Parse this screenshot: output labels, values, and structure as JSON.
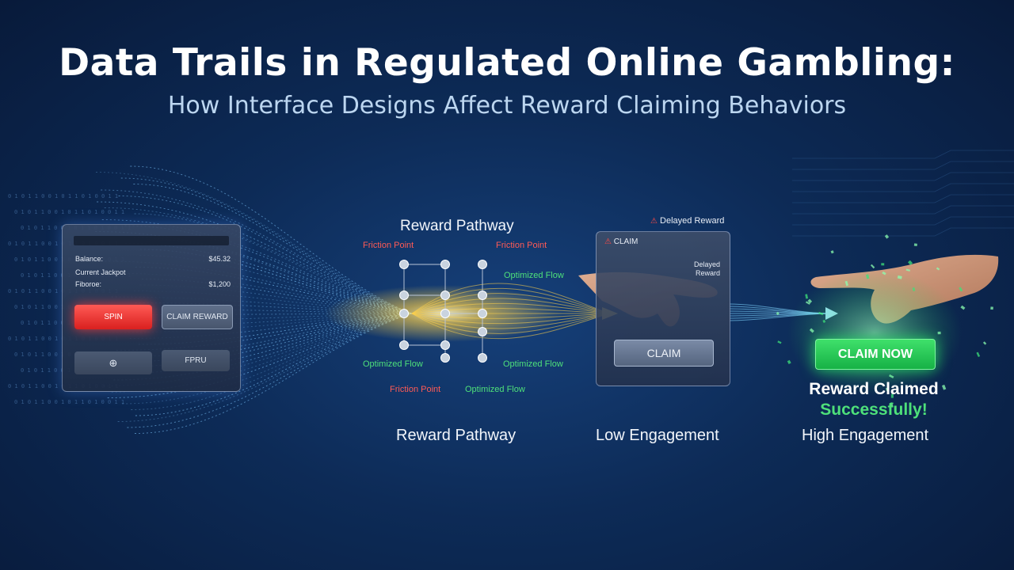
{
  "header": {
    "title": "Data Trails in Regulated Online Gambling:",
    "subtitle": "How Interface Designs Affect Reward Claiming Behaviors"
  },
  "slot_panel": {
    "balance_label": "Balance:",
    "balance_value": "$45.32",
    "jackpot_label": "Current Jackpot",
    "third_label": "Fiboroe:",
    "third_value": "$1,200",
    "spin_label": "SPIN",
    "claim_reward_label": "CLAIM REWARD",
    "icon_button_glyph": "⊕",
    "fpru_label": "FPRU"
  },
  "pathway": {
    "title": "Reward Pathway",
    "friction_left": "Friction Point",
    "friction_right": "Friction Point",
    "optimized_top": "Optimized Flow",
    "optimized_left": "Optimized Flow",
    "optimized_right": "Optimized Flow",
    "friction_bottom": "Friction Point",
    "optimized_bottom": "Optimized Flow"
  },
  "claim_card": {
    "top_notice": "Delayed Reward",
    "title": "CLAIM",
    "delayed_line1": "Delayed",
    "delayed_line2": "Reward",
    "button": "CLAIM",
    "warning_glyph": "⚠"
  },
  "success": {
    "button": "CLAIM NOW",
    "line1": "Reward Claimed",
    "line2": "Successfully!"
  },
  "captions": {
    "left": "Reward Pathway",
    "middle": "Low Engagement",
    "right": "High Engagement"
  },
  "colors": {
    "friction": "#ff5a55",
    "optimized": "#4ee07a",
    "spin_button": "#e8302c",
    "claim_now_button": "#22c454",
    "data_stream": "#7fc8ff",
    "pathway_glow": "#ffd24a"
  }
}
